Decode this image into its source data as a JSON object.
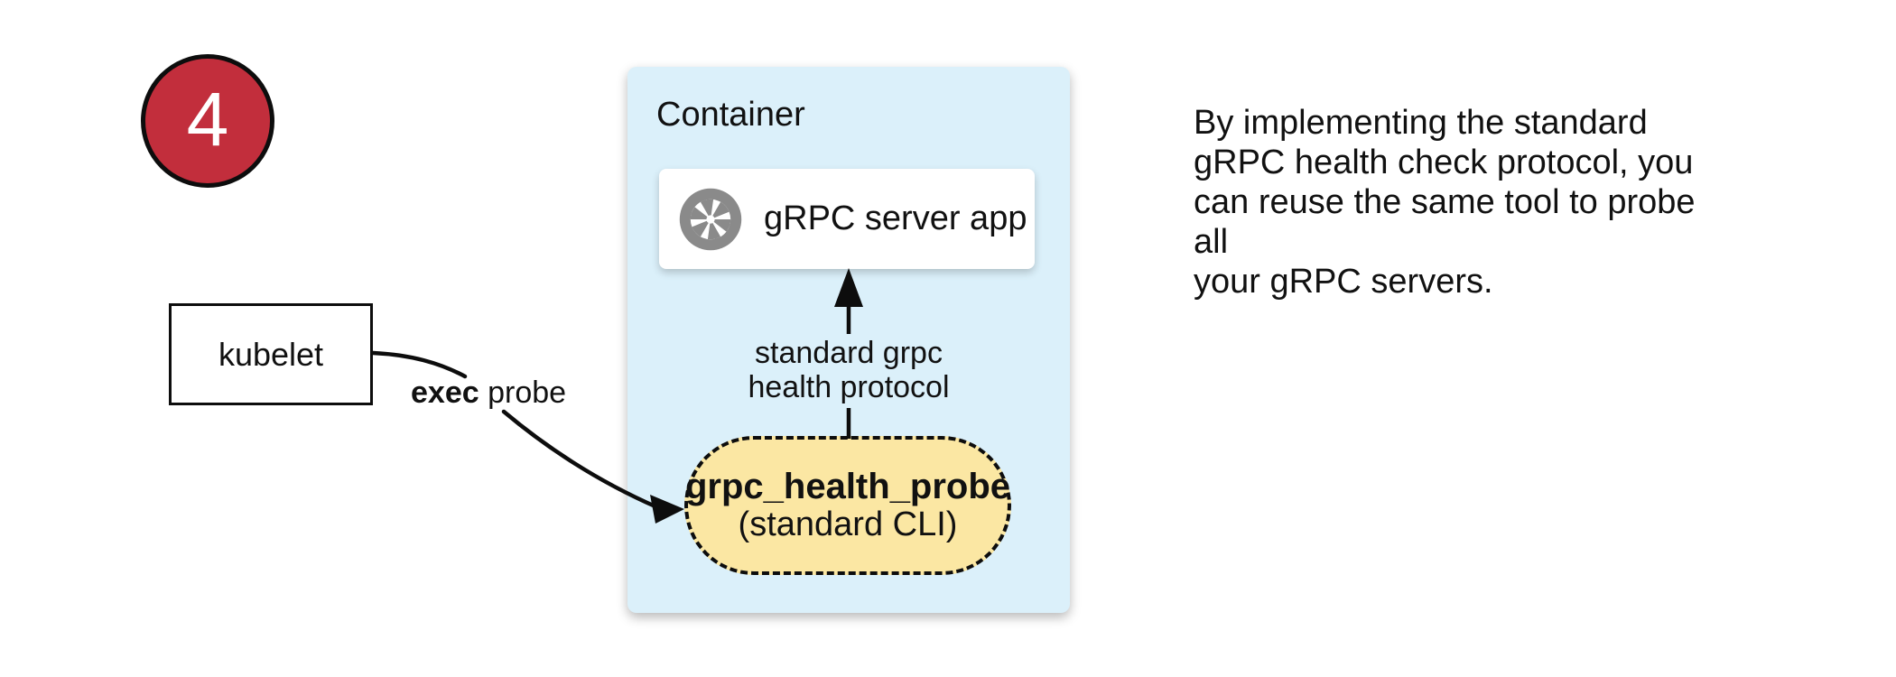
{
  "colors": {
    "badge_red": "#C22E3C",
    "container_blue": "#DBF0FA",
    "pill_yellow": "#FBE7A3",
    "icon_gray": "#8A8A8A",
    "line_black": "#0d0d0d"
  },
  "badge": {
    "number": "4"
  },
  "kubelet": {
    "label": "kubelet"
  },
  "exec_probe_label": {
    "bold": "exec",
    "rest": " probe"
  },
  "container": {
    "title": "Container",
    "server_app": {
      "label": "gRPC server app",
      "icon": "grpc-aperture-icon"
    },
    "probe_pill": {
      "title": "grpc_health_probe",
      "subtitle": "(standard CLI)"
    },
    "protocol_arrow_label": "standard grpc\nhealth protocol"
  },
  "note": "By implementing the standard\ngRPC health check protocol, you\ncan reuse the same tool to probe all\nyour gRPC servers."
}
